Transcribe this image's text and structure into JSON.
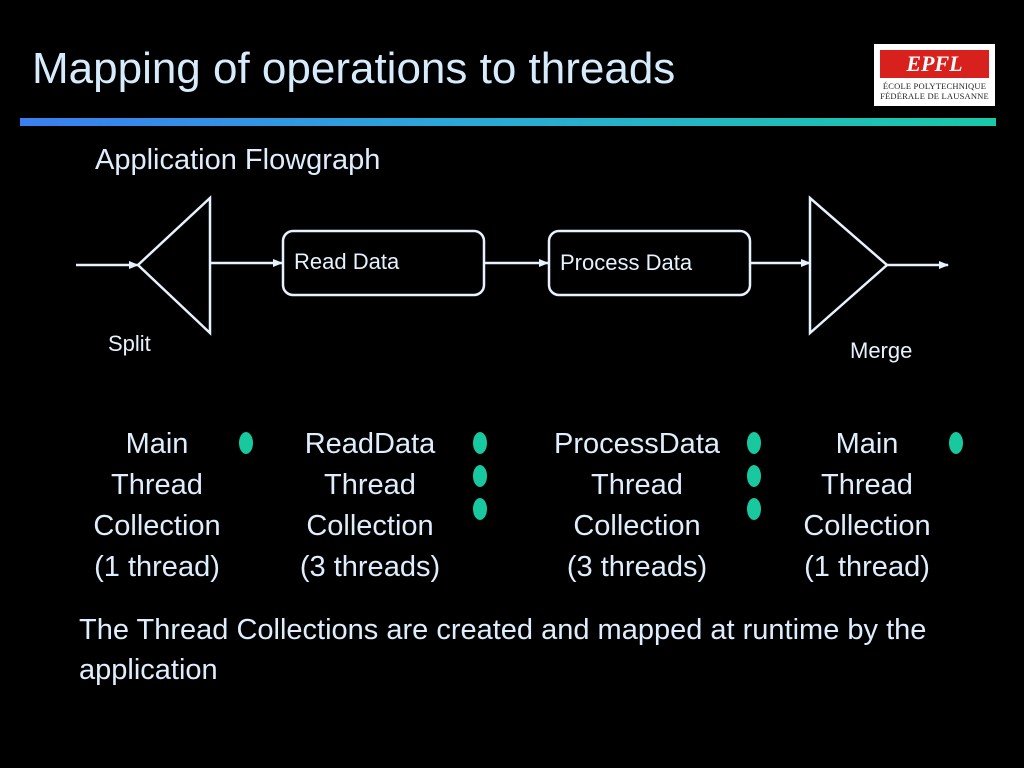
{
  "slide": {
    "title": "Mapping of operations to threads",
    "subtitle": "Application Flowgraph",
    "footer": "The Thread Collections are created and mapped at runtime by the application"
  },
  "logo": {
    "mark": "EPFL",
    "line1": "ÉCOLE POLYTECHNIQUE",
    "line2": "FÉDÉRALE DE LAUSANNE"
  },
  "flowgraph": {
    "split_label": "Split",
    "read_label": "Read Data",
    "process_label": "Process Data",
    "merge_label": "Merge"
  },
  "collections": [
    {
      "name": "Main",
      "kind": "Thread",
      "type": "Collection",
      "count": "(1 thread)",
      "threads": 1
    },
    {
      "name": "ReadData",
      "kind": "Thread",
      "type": "Collection",
      "count": "(3 threads)",
      "threads": 3
    },
    {
      "name": "ProcessData",
      "kind": "Thread",
      "type": "Collection",
      "count": "(3 threads)",
      "threads": 3
    },
    {
      "name": "Main",
      "kind": "Thread",
      "type": "Collection",
      "count": "(1 thread)",
      "threads": 1
    }
  ],
  "colors": {
    "background": "#000000",
    "text": "#dfeefd",
    "thread_dot": "#18c9a0",
    "rule_start": "#3a7ff0",
    "rule_end": "#18c9a8"
  }
}
